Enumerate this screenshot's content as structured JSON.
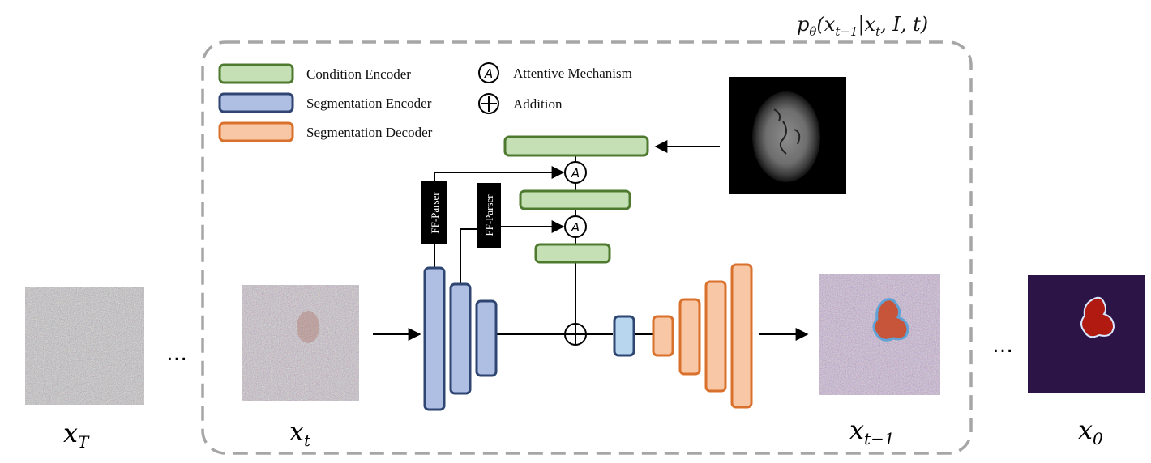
{
  "colors": {
    "condition_fill": "#c5e0b4",
    "condition_stroke": "#4e7a2f",
    "seg_enc_fill": "#aebfe3",
    "seg_enc_stroke": "#2f4673",
    "seg_dec_fill": "#f7c7a6",
    "seg_dec_stroke": "#d9702c",
    "frame_dash": "#a6a6a6",
    "noise_gray": "#8a8a8a",
    "mask_dark": "#2d1446",
    "mask_red": "#b01a10"
  },
  "legend": {
    "condition_encoder": "Condition Encoder",
    "segmentation_encoder": "Segmentation Encoder",
    "segmentation_decoder": "Segmentation Decoder",
    "attentive_symbol": "A",
    "attentive_mechanism": "Attentive Mechanism",
    "addition_symbol": "+",
    "addition": "Addition"
  },
  "formula": {
    "p": "p",
    "theta": "θ",
    "open": "(x",
    "sub_t_minus_1": "t−1",
    "bar": "|x",
    "sub_t": "t",
    "rest": ", I, t)"
  },
  "labels": {
    "x_T_base": "x",
    "x_T_sub": "T",
    "x_t_base": "x",
    "x_t_sub": "t",
    "x_t1_base": "x",
    "x_t1_sub": "t−1",
    "x_0_base": "x",
    "x_0_sub": "0",
    "ellipsis_left": "…",
    "ellipsis_right": "…"
  },
  "ff_parser": {
    "label_1": "FF-Parser",
    "label_2": "FF-Parser"
  },
  "attention_nodes": {
    "a1": "A",
    "a2": "A"
  },
  "addition_node": "+"
}
